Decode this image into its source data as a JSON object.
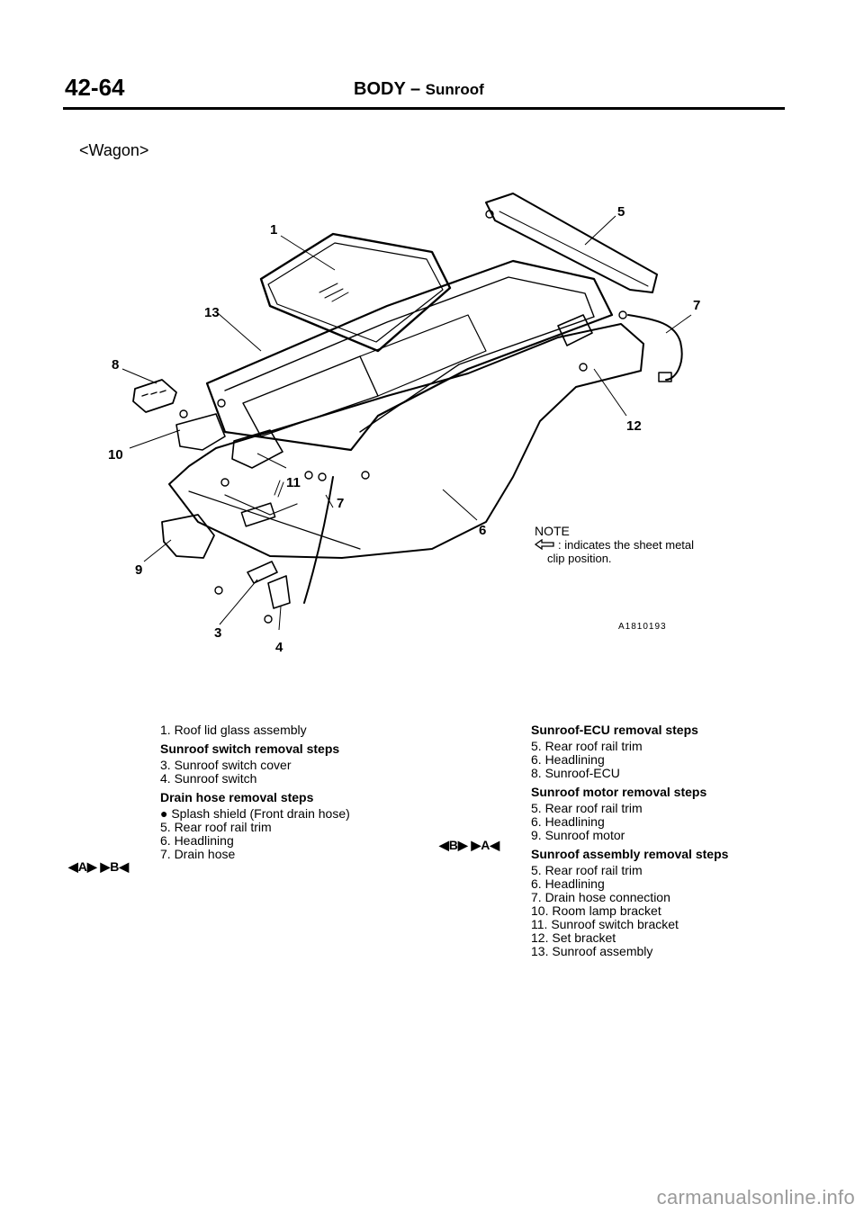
{
  "header": {
    "page_number": "42-64",
    "title_main": "BODY",
    "title_sep": " – ",
    "title_sub": "Sunroof"
  },
  "variant": "<Wagon>",
  "diagram": {
    "callouts": [
      "1",
      "13",
      "8",
      "10",
      "9",
      "3",
      "4",
      "5",
      "7",
      "12",
      "11",
      "7",
      "6"
    ],
    "note_heading": "NOTE",
    "note_text_1": ": indicates the sheet metal",
    "note_text_2": "clip position.",
    "figure_code": "A1810193"
  },
  "left_column": {
    "item_1": "1. Roof lid glass assembly",
    "heading_switch": "Sunroof switch removal steps",
    "item_3": "3. Sunroof switch cover",
    "item_4": "4. Sunroof switch",
    "heading_drain": "Drain hose removal steps",
    "item_splash": "● Splash shield (Front drain hose)",
    "item_5": "5. Rear roof rail trim",
    "item_6": "6. Headlining",
    "item_7": "7. Drain hose",
    "markers": "◀A▶  ▶B◀"
  },
  "right_column": {
    "heading_ecu": "Sunroof-ECU removal steps",
    "ecu_items": [
      "5. Rear roof rail trim",
      "6. Headlining",
      "8. Sunroof-ECU"
    ],
    "heading_motor": "Sunroof motor removal steps",
    "motor_items": [
      "5. Rear roof rail trim",
      "6. Headlining",
      "9. Sunroof motor"
    ],
    "markers": "◀B▶  ▶A◀",
    "heading_assembly": "Sunroof assembly removal steps",
    "assembly_items": [
      "5. Rear roof rail trim",
      "6. Headlining",
      "7. Drain hose connection",
      "10. Room lamp bracket",
      "11. Sunroof switch bracket",
      "12. Set bracket",
      "13. Sunroof assembly"
    ]
  },
  "watermark": "carmanualsonline.info"
}
